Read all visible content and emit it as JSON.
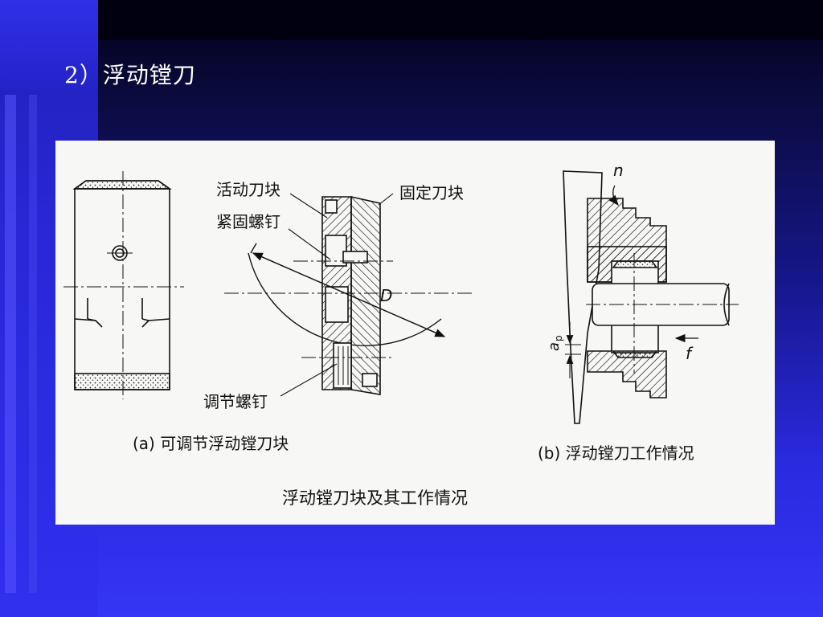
{
  "slide": {
    "title": "2）浮动镗刀",
    "colors": {
      "background": "#2a2ae0",
      "panel": "#f7f7f5",
      "ink": "#111111"
    }
  },
  "figure": {
    "caption": "浮动镗刀块及其工作情况",
    "part_a": {
      "label": "(a) 可调节浮动镗刀块",
      "callouts": [
        "活动刀块",
        "紧固螺钉",
        "调节螺钉",
        "固定刀块"
      ],
      "dimension": "D"
    },
    "part_b": {
      "label": "(b) 浮动镗刀工作情况",
      "symbols": {
        "spindle_speed": "n",
        "feed": "f",
        "depth_of_cut": "a",
        "depth_of_cut_sub": "p"
      }
    }
  }
}
